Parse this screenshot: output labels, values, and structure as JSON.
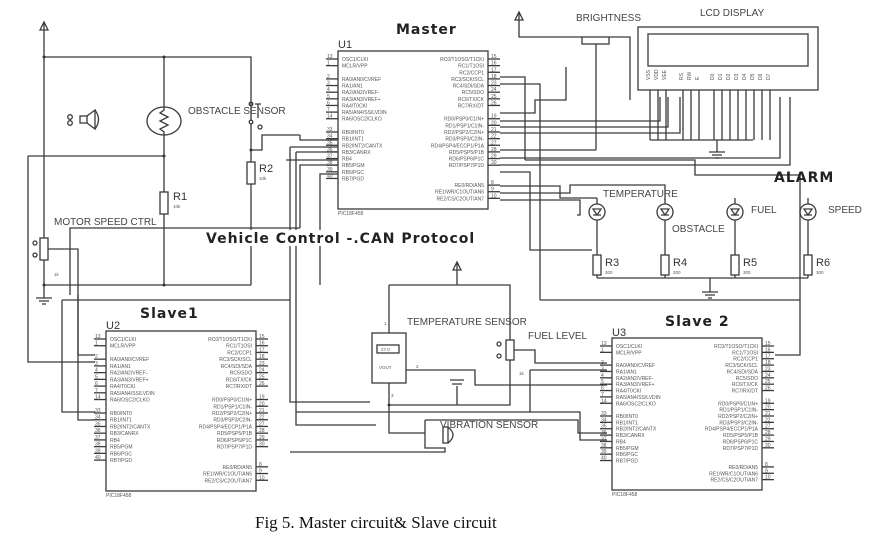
{
  "title_master": "Master",
  "title_slave1": "Slave1",
  "title_slave2": "Slave 2",
  "banner": "Vehicle Control -.CAN Protocol",
  "alarm": "ALARM",
  "caption": "Fig 5. Master circuit& Slave circuit",
  "labels": {
    "obstacle_sensor": "OBSTACLE SENSOR",
    "motor_speed_ctrl": "MOTOR SPEED CTRL",
    "brightness": "BRIGHTNESS",
    "lcd_display": "LCD DISPLAY",
    "temperature_led": "TEMPERATURE",
    "obstacle_led": "OBSTACLE",
    "fuel_led": "FUEL",
    "speed_led": "SPEED",
    "temperature_sensor": "TEMPERATURE SENSOR",
    "fuel_level": "FUEL LEVEL",
    "vibration_sensor": "VIBRATION SENSOR",
    "vout": "VOUT"
  },
  "resistors": [
    {
      "ref": "R1",
      "value": "10k"
    },
    {
      "ref": "R2",
      "value": "10k"
    },
    {
      "ref": "R3",
      "value": "300"
    },
    {
      "ref": "R4",
      "value": "300"
    },
    {
      "ref": "R5",
      "value": "300"
    },
    {
      "ref": "R6",
      "value": "300"
    }
  ],
  "pot_value": "1k",
  "chips": [
    {
      "ref": "U1",
      "part": "PIC18F458"
    },
    {
      "ref": "U2",
      "part": "PIC18F458"
    },
    {
      "ref": "U3",
      "part": "PIC18F458"
    }
  ],
  "pic_left_pins": [
    {
      "num": "13",
      "name": "OSC1/CLKI"
    },
    {
      "num": "1",
      "name": "MCLR/VPP"
    },
    {
      "num": "2",
      "name": "RA0/AN0/CVREF"
    },
    {
      "num": "3",
      "name": "RA1/AN1"
    },
    {
      "num": "4",
      "name": "RA2/AN2/VREF-"
    },
    {
      "num": "5",
      "name": "RA3/AN3/VREF+"
    },
    {
      "num": "6",
      "name": "RA4/T0CKI"
    },
    {
      "num": "7",
      "name": "RA5/AN4/SS/LVDIN"
    },
    {
      "num": "14",
      "name": "RA6/OSC2/CLKO"
    },
    {
      "num": "33",
      "name": "RB0/INT0"
    },
    {
      "num": "34",
      "name": "RB1/INT1"
    },
    {
      "num": "35",
      "name": "RB2/INT2/CANTX"
    },
    {
      "num": "36",
      "name": "RB3/CANRX"
    },
    {
      "num": "37",
      "name": "RB4"
    },
    {
      "num": "38",
      "name": "RB5/PGM"
    },
    {
      "num": "39",
      "name": "RB6/PGC"
    },
    {
      "num": "40",
      "name": "RB7/PGD"
    }
  ],
  "pic_right_pins": [
    {
      "num": "15",
      "name": "RC0/T1OSO/T1CKI"
    },
    {
      "num": "16",
      "name": "RC1/T1OSI"
    },
    {
      "num": "17",
      "name": "RC2/CCP1"
    },
    {
      "num": "18",
      "name": "RC3/SCK/SCL"
    },
    {
      "num": "23",
      "name": "RC4/SDI/SDA"
    },
    {
      "num": "24",
      "name": "RC5/SDO"
    },
    {
      "num": "25",
      "name": "RC6/TX/CK"
    },
    {
      "num": "26",
      "name": "RC7/RX/DT"
    },
    {
      "num": "19",
      "name": "RD0/PSP0/C1IN+"
    },
    {
      "num": "20",
      "name": "RD1/PSP1/C1IN-"
    },
    {
      "num": "21",
      "name": "RD2/PSP2/C2IN+"
    },
    {
      "num": "22",
      "name": "RD3/PSP3/C2IN-"
    },
    {
      "num": "27",
      "name": "RD4/PSP4/ECCP1/P1A"
    },
    {
      "num": "28",
      "name": "RD5/PSP5/P1B"
    },
    {
      "num": "29",
      "name": "RD6/PSP6/P1C"
    },
    {
      "num": "30",
      "name": "RD7/PSP7/P1D"
    },
    {
      "num": "8",
      "name": "RE0/RD/AN5"
    },
    {
      "num": "9",
      "name": "RE1/WR/C1OUT/AN6"
    },
    {
      "num": "10",
      "name": "RE2/CS/C2OUT/AN7"
    }
  ],
  "lcd_pins": [
    "VSS",
    "VDD",
    "VEE",
    "RS",
    "RW",
    "E",
    "D0",
    "D1",
    "D2",
    "D3",
    "D4",
    "D5",
    "D6",
    "D7"
  ],
  "temp_sensor_display": "27.0",
  "temp_sensor_pins": [
    "1",
    "2",
    "3"
  ]
}
